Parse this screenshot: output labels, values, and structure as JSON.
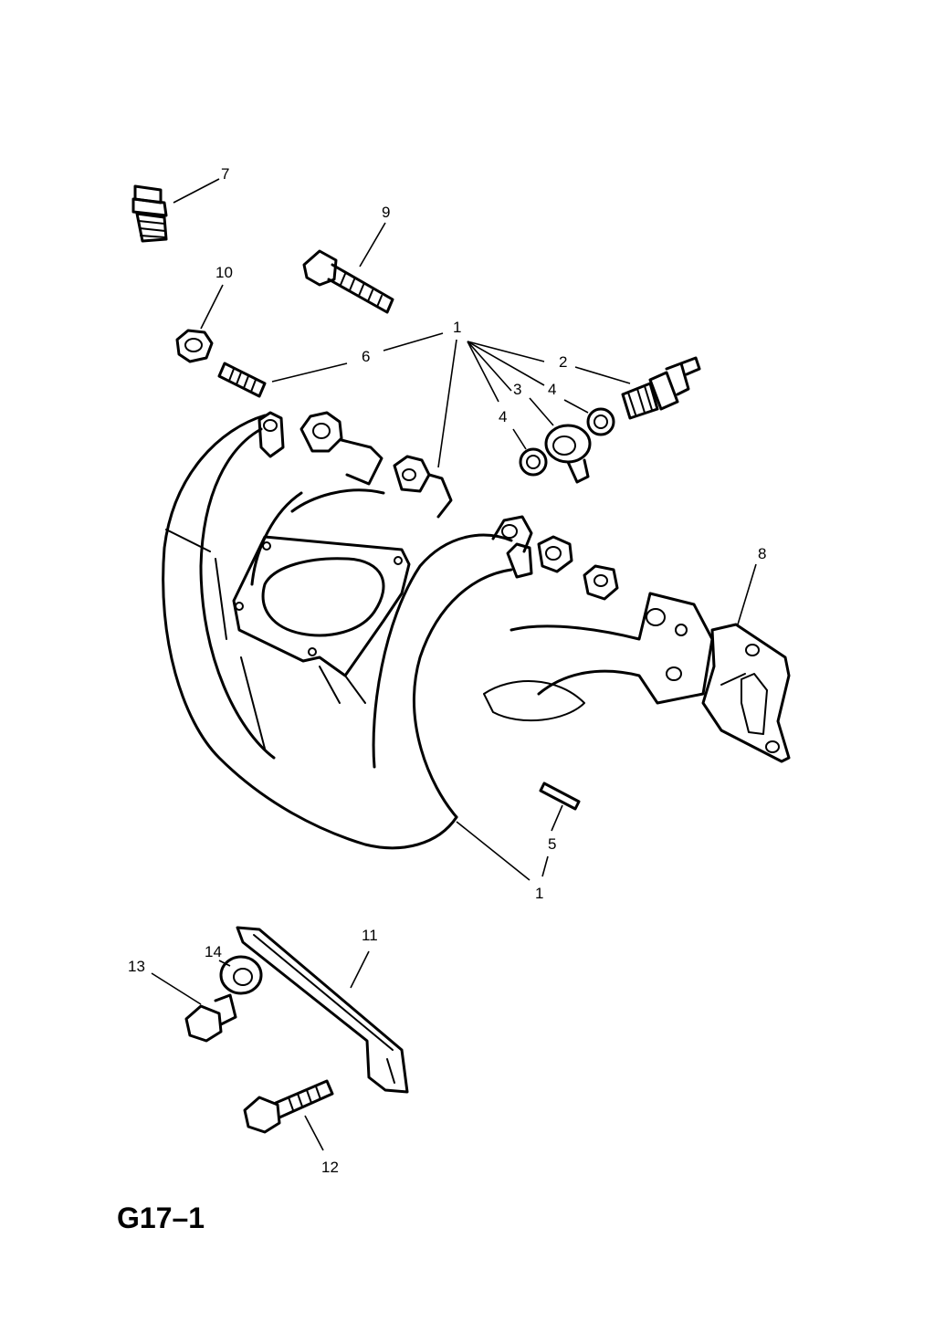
{
  "diagram": {
    "page_code": "G17–1",
    "callouts": {
      "c1_top": "1",
      "c1_bottom": "1",
      "c2": "2",
      "c3": "3",
      "c4_right": "4",
      "c4_left": "4",
      "c5": "5",
      "c6": "6",
      "c7": "7",
      "c8": "8",
      "c9": "9",
      "c10": "10",
      "c11": "11",
      "c12": "12",
      "c13": "13",
      "c14": "14"
    }
  }
}
